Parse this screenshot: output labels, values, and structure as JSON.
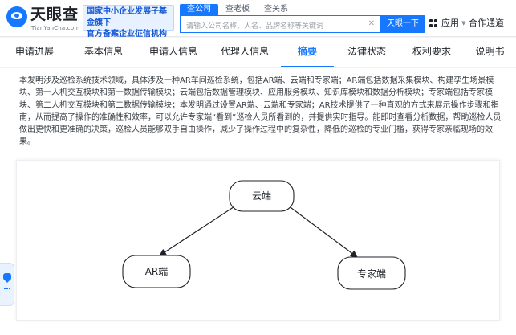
{
  "header": {
    "logo_text": "天眼查",
    "logo_sub": "TianYanCha.com",
    "slogan_line1": "国家中小企业发展子基金旗下",
    "slogan_line2": "官方备案企业征信机构",
    "search_tabs": [
      "查公司",
      "查老板",
      "查关系"
    ],
    "search_placeholder": "请输入公司名称、人名、品牌名称等关键词",
    "search_button": "天眼一下",
    "app_menu": "应用",
    "coop": "合作通道"
  },
  "nav": {
    "tabs": [
      {
        "label": "申请进展"
      },
      {
        "label": "基本信息"
      },
      {
        "label": "申请人信息"
      },
      {
        "label": "代理人信息"
      },
      {
        "label": "摘要"
      },
      {
        "label": "法律状态"
      },
      {
        "label": "权利要求"
      },
      {
        "label": "说明书"
      }
    ],
    "active": "摘要"
  },
  "abstract": {
    "text": "本发明涉及巡检系统技术领域，具体涉及一种AR车间巡检系统，包括AR端、云端和专家端；AR端包括数据采集模块、构建孪生场景模块、第一人机交互模块和第一数据传输模块；云端包括数据管理模块、应用服务模块、知识库模块和数据分析模块；专家端包括专家模块、第二人机交互模块和第二数据传输模块；本发明通过设置AR端、云端和专家端；AR技术提供了一种直观的方式来展示操作步骤和指南，从而提高了操作的准确性和效率，可以允许专家端“看到”巡检人员所看到的，并提供实时指导。能即时查看分析数据，帮助巡检人员做出更快和更准确的决策，巡检人员能够双手自由操作，减少了操作过程中的复杂性，降低的巡检的专业门槛，获得专家亲临现场的效果。"
  },
  "diagram": {
    "nodes": {
      "cloud": "云端",
      "ar": "AR端",
      "expert": "专家端"
    }
  },
  "colors": {
    "brand": "#1677ff",
    "text": "#1f2329"
  }
}
